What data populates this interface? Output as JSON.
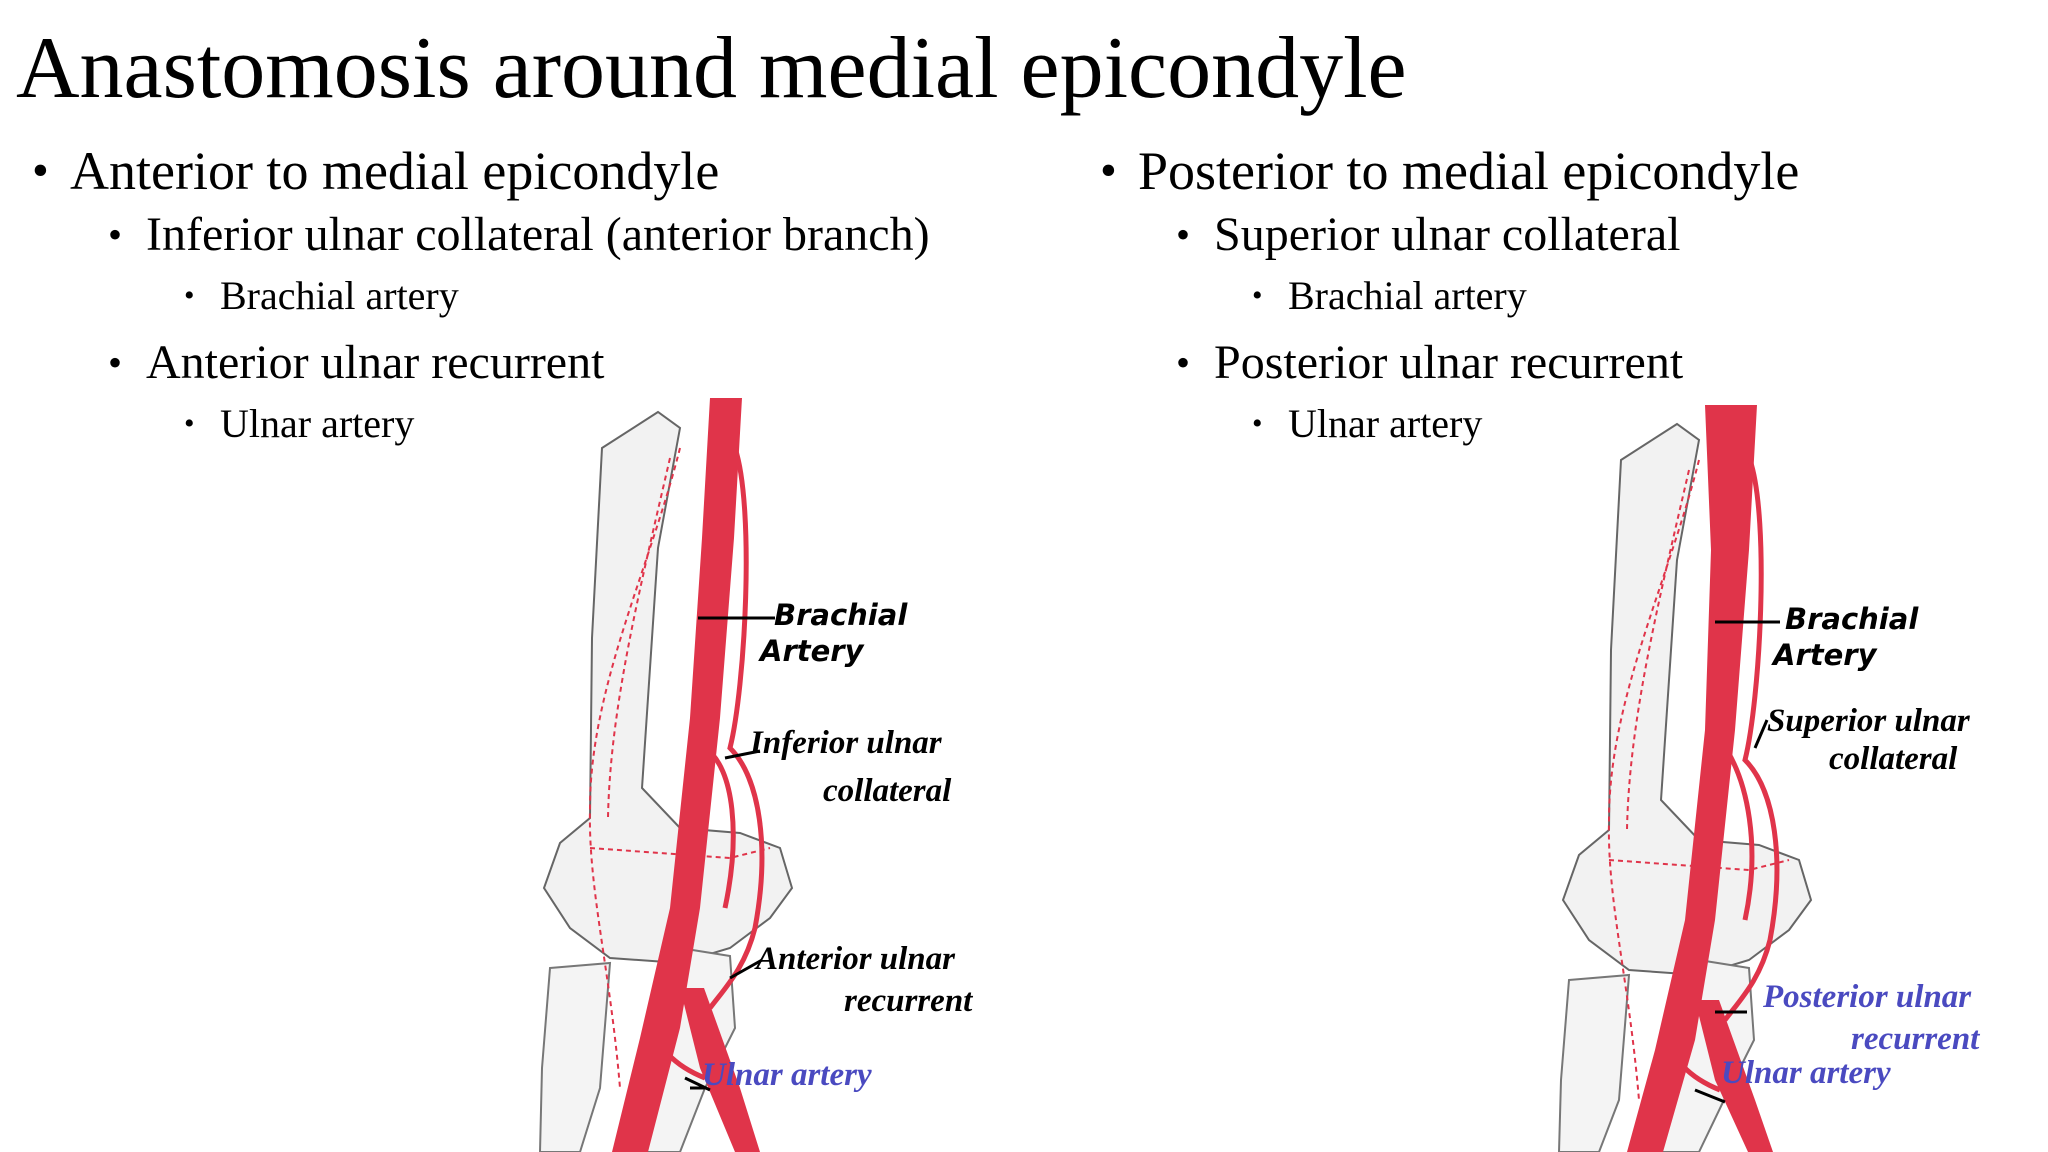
{
  "slide": {
    "title": "Anastomosis around medial epicondyle",
    "left": {
      "heading": "Anterior to medial epicondyle",
      "items": [
        {
          "label": "Inferior ulnar collateral (anterior branch)",
          "sub": "Brachial artery"
        },
        {
          "label": "Anterior ulnar recurrent",
          "sub": "Ulnar artery"
        }
      ]
    },
    "right": {
      "heading": "Posterior to medial epicondyle",
      "items": [
        {
          "label": "Superior ulnar collateral",
          "sub": "Brachial artery"
        },
        {
          "label": "Posterior ulnar recurrent",
          "sub": "Ulnar artery"
        }
      ]
    }
  },
  "figure_left": {
    "brachial_1": "Brachial",
    "brachial_2": "Artery",
    "collateral_1": "Inferior ulnar",
    "collateral_2": "collateral",
    "recurrent_1": "Anterior ulnar",
    "recurrent_2": "recurrent",
    "ulnar": "Ulnar artery"
  },
  "figure_right": {
    "brachial_1": "Brachial",
    "brachial_2": "Artery",
    "collateral_1": "Superior ulnar",
    "collateral_2": "collateral",
    "recurrent_1": "Posterior ulnar",
    "recurrent_2": "recurrent",
    "ulnar": "Ulnar artery"
  },
  "colors": {
    "artery": "#e0344a",
    "bone_fill": "#f2f2f2",
    "bone_line": "#666666",
    "label_blue": "#4a4ac0"
  },
  "icons": {
    "bullet": "bullet-dot"
  }
}
